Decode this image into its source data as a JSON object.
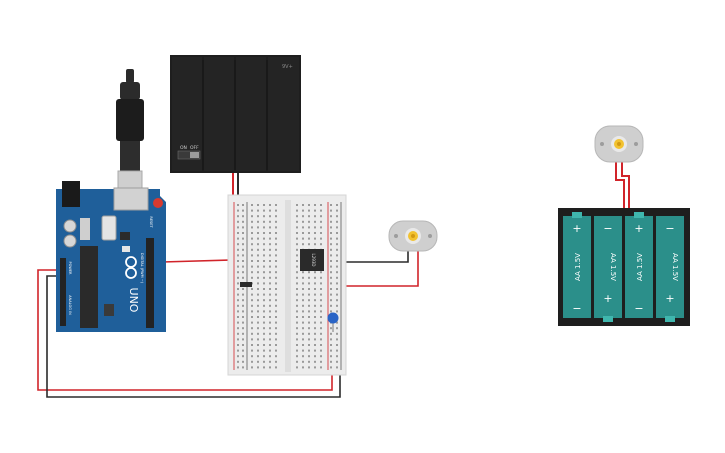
{
  "canvas": {
    "background": "#ffffff"
  },
  "colors": {
    "wire_red": "#d1242a",
    "wire_black": "#2b2b2b",
    "arduino_blue": "#1f5f9a",
    "arduino_dark": "#174a78",
    "battery_black": "#1e1e1e",
    "aa_cell": "#2b8f8a",
    "aa_cell_light": "#3fb6ad",
    "breadboard": "#ececec",
    "motor_body": "#cfcfcf",
    "motor_center": "#f2c230",
    "capacitor_blue": "#2a64c6"
  },
  "arduino": {
    "brand": "UNO",
    "reset_label": "RESET",
    "digital_label": "DIGITAL (PWM ~)",
    "power_label": "POWER",
    "analog_label": "ANALOG IN"
  },
  "battery_pack_top": {
    "switch_on": "ON",
    "switch_off": "OFF",
    "corner_mark": "9V+"
  },
  "chip": {
    "label": "L293D"
  },
  "battery_pack_right": {
    "cells": [
      {
        "label": "AA 1.5V",
        "plus": "+",
        "minus": "−"
      },
      {
        "label": "AA 1.5V",
        "plus": "+",
        "minus": "−"
      },
      {
        "label": "AA 1.5V",
        "plus": "+",
        "minus": "−"
      },
      {
        "label": "AA 1.5V",
        "plus": "+",
        "minus": "−"
      }
    ]
  },
  "icons": {
    "usb": "usb-plug-icon",
    "motor": "dc-motor-icon",
    "capacitor": "capacitor-icon",
    "arduino_logo": "arduino-infinity-icon"
  }
}
